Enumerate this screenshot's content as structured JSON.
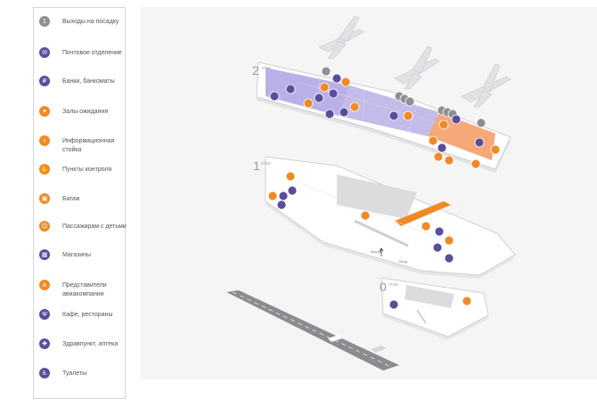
{
  "legend": {
    "items": [
      {
        "label": "Выходы на посадку",
        "icon": "gate-icon",
        "color": "#8f8f93",
        "glyph": "1"
      },
      {
        "label": "Почтовое отделение",
        "icon": "mail-icon",
        "color": "#5a4e9c",
        "glyph": "✉"
      },
      {
        "label": "Банки, банкоматы",
        "icon": "bank-icon",
        "color": "#5a4e9c",
        "glyph": "₽"
      },
      {
        "label": "Залы ожидания",
        "icon": "waiting-hall-icon",
        "color": "#f08a24",
        "glyph": "✦"
      },
      {
        "label": "Информационная стойка",
        "icon": "info-desk-icon",
        "color": "#f08a24",
        "glyph": "i"
      },
      {
        "label": "Пункты контроля",
        "icon": "checkpoint-icon",
        "color": "#f08a24",
        "glyph": "✋"
      },
      {
        "label": "Багаж",
        "icon": "baggage-icon",
        "color": "#f08a24",
        "glyph": "▣"
      },
      {
        "label": "Пассажирам с детьми",
        "icon": "family-icon",
        "color": "#f08a24",
        "glyph": "☺"
      },
      {
        "label": "Магазины",
        "icon": "shop-icon",
        "color": "#5a4e9c",
        "glyph": "▦"
      },
      {
        "label": "Представители авиакомпании",
        "icon": "airline-rep-icon",
        "color": "#f08a24",
        "glyph": "A"
      },
      {
        "label": "Кафе, рестораны",
        "icon": "cafe-icon",
        "color": "#5a4e9c",
        "glyph": "Ψ"
      },
      {
        "label": "Здравпункт, аптека",
        "icon": "pharmacy-icon",
        "color": "#5a4e9c",
        "glyph": "✚"
      },
      {
        "label": "Туалеты",
        "icon": "toilet-icon",
        "color": "#5a4e9c",
        "glyph": "♿"
      }
    ]
  },
  "map": {
    "floors": [
      {
        "number": "2",
        "word": "этаж"
      },
      {
        "number": "1",
        "word": "этаж"
      },
      {
        "number": "0",
        "word": "этаж"
      }
    ],
    "labels": {
      "exit_left": "Выход",
      "exit_right": "Вход"
    },
    "colors": {
      "purple": "#5a4e9c",
      "orange": "#f08a24",
      "gray": "#8f8f93",
      "lavender": "#b8b0e6",
      "peach": "#f6a878"
    }
  }
}
